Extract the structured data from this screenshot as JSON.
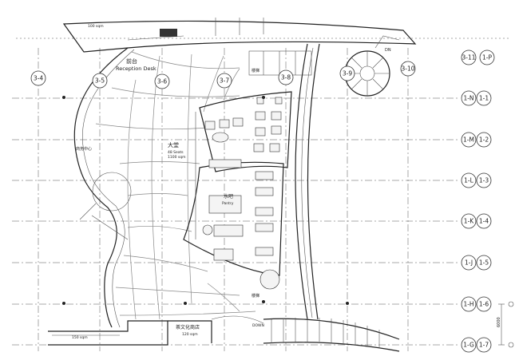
{
  "grid_bubbles_top": [
    "3-4",
    "3-5",
    "3-6",
    "3-7",
    "3-8",
    "3-9",
    "3-10"
  ],
  "grid_bubbles_right": [
    {
      "a": "3-11",
      "b": "1-P"
    },
    {
      "a": "1-N",
      "b": "1-1"
    },
    {
      "a": "1-M",
      "b": "1-2"
    },
    {
      "a": "1-L",
      "b": "1-3"
    },
    {
      "a": "1-K",
      "b": "1-4"
    },
    {
      "a": "1-J",
      "b": "1-5"
    },
    {
      "a": "1-H",
      "b": "1-6"
    },
    {
      "a": "1-G",
      "b": "1-7"
    }
  ],
  "rooms": {
    "reception_cn": "前台",
    "reception_en": "Reception Desk",
    "lobby_cn": "大堂",
    "lobby_seats": "48 Seats",
    "lobby_area": "1100 sqm",
    "bar_cn": "水吧",
    "bar_en": "Pantry",
    "left_area": "商务中心",
    "stair_top": "楼梯",
    "stair_bottom": "楼梯",
    "tea_shop": "茶文化商店",
    "tea_shop_area": "120 sqm",
    "bottom_left_area": "150 sqm",
    "top_area": "100 sqm"
  },
  "annotations": {
    "dn": "DN",
    "down": "DOWN",
    "dim": "6000"
  }
}
